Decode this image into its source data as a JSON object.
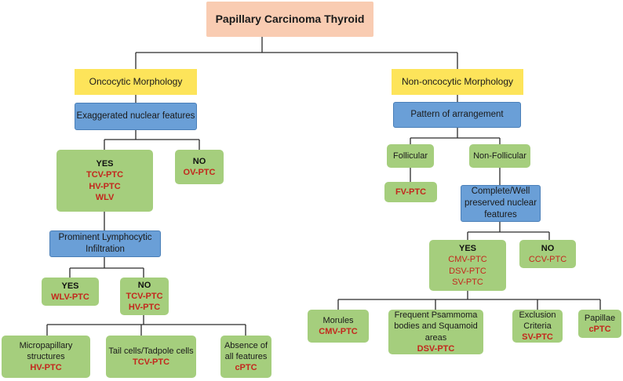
{
  "root": "Papillary Carcinoma Thyroid",
  "left": {
    "title": "Oncocytic Morphology",
    "question": "Exaggerated nuclear features",
    "yes": {
      "label": "YES",
      "items": [
        "TCV-PTC",
        "HV-PTC",
        "WLV"
      ]
    },
    "no": {
      "label": "NO",
      "items": [
        "OV-PTC"
      ]
    },
    "question2": "Prominent Lymphocytic Infiltration",
    "yes2": {
      "label": "YES",
      "items": [
        "WLV-PTC"
      ]
    },
    "no2": {
      "label": "NO",
      "items": [
        "TCV-PTC",
        "HV-PTC"
      ]
    },
    "leaves": [
      {
        "label": "Micropapillary structures",
        "result": "HV-PTC"
      },
      {
        "label": "Tail cells/Tadpole cells",
        "result": "TCV-PTC"
      },
      {
        "label": "Absence of all features",
        "result": "cPTC"
      }
    ]
  },
  "right": {
    "title": "Non-oncocytic Morphology",
    "question": "Pattern of arrangement",
    "follicular": {
      "label": "Follicular",
      "result": "FV-PTC"
    },
    "nonfollicular": {
      "label": "Non-Follicular"
    },
    "question2": "Complete/Well preserved nuclear features",
    "yes": {
      "label": "YES",
      "items": [
        "CMV-PTC",
        "DSV-PTC",
        "SV-PTC"
      ]
    },
    "no": {
      "label": "NO",
      "items": [
        "CCV-PTC"
      ]
    },
    "leaves": [
      {
        "label": "Morules",
        "result": "CMV-PTC"
      },
      {
        "label": "Frequent Psammoma bodies and Squamoid areas",
        "result": "DSV-PTC"
      },
      {
        "label": "Exclusion Criteria",
        "result": "SV-PTC"
      },
      {
        "label": "Papillae",
        "result": "cPTC"
      }
    ]
  },
  "colors": {
    "root": "#f9ccb2",
    "category": "#fde45a",
    "question": "#6a9fd7",
    "outcome": "#a5ce7d",
    "subtype": "#c3271d",
    "connector": "#2b2b2b"
  }
}
